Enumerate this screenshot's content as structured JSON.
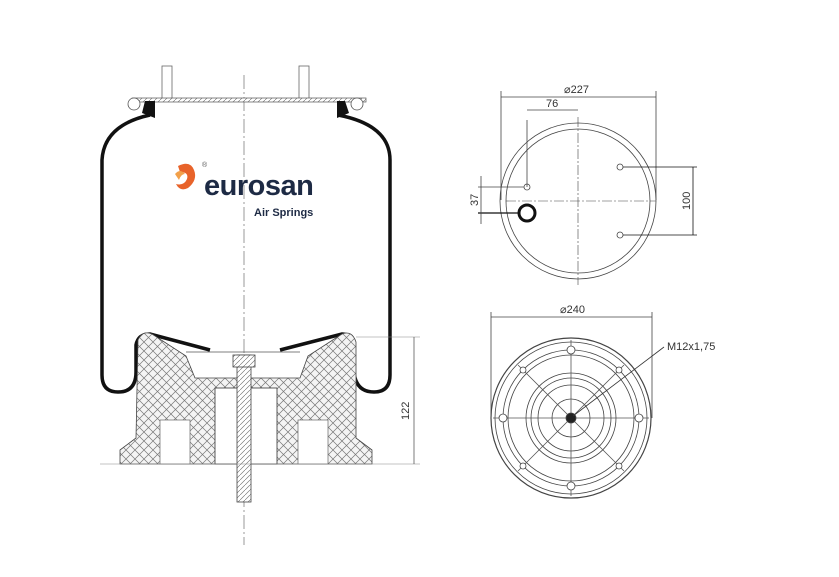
{
  "brand": {
    "name": "eurosan",
    "tagline": "Air Springs",
    "registered": "®",
    "colors": {
      "text": "#1d2a44",
      "flame": "#e8632a",
      "flame_light": "#f2a04a"
    }
  },
  "dimensions": {
    "height": "122",
    "top_diameter": "⌀227",
    "hole_offset": "76",
    "air_inlet_offset": "37",
    "stud_spacing": "100",
    "base_diameter": "⌀240",
    "thread": "M12x1,75"
  }
}
